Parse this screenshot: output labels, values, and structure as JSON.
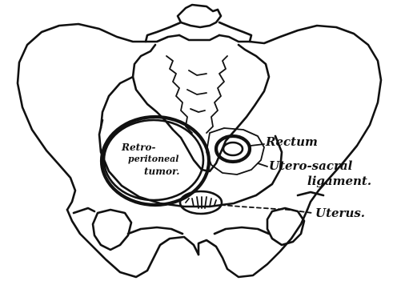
{
  "labels": {
    "tumor_line1": "Retro-",
    "tumor_line2": "peritoneal",
    "tumor_line3": "tumor.",
    "rectum": "Rectum",
    "utero_sacral_line1": "Utero-sacral",
    "utero_sacral_line2": "ligament.",
    "uterus": "Uterus."
  },
  "ink_color": "#111111"
}
